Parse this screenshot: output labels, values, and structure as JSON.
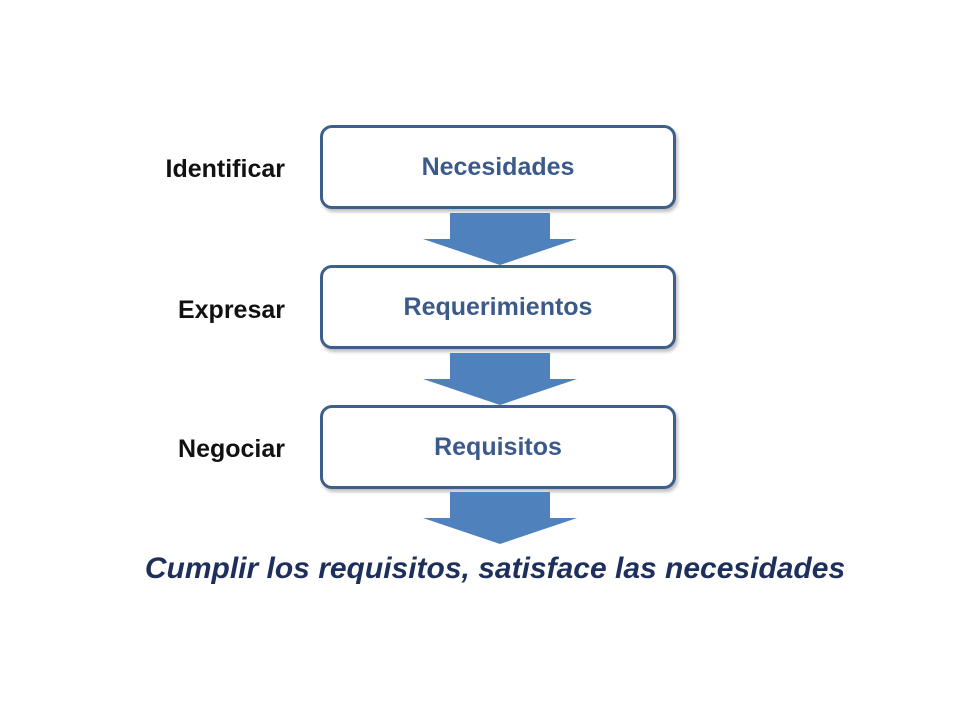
{
  "steps": [
    {
      "label": "Identificar",
      "box": "Necesidades"
    },
    {
      "label": "Expresar",
      "box": "Requerimientos"
    },
    {
      "label": "Negociar",
      "box": "Requisitos"
    }
  ],
  "conclusion": "Cumplir los requisitos, satisface las necesidades",
  "colors": {
    "box_border": "#3c5f8c",
    "box_text": "#3b5a8a",
    "arrow": "#4f81bd",
    "conclusion_text": "#1f2f5c",
    "label_text": "#111111"
  }
}
